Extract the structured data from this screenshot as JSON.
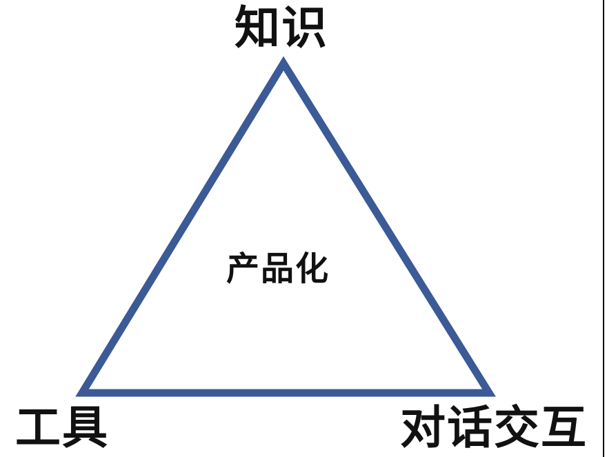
{
  "diagram": {
    "top_label": "知识",
    "left_label": "工具",
    "right_label": "对话交互",
    "center_label": "产品化"
  },
  "colors": {
    "triangle_stroke": "#3b5a96",
    "text": "#111111",
    "background": "#ffffff"
  }
}
